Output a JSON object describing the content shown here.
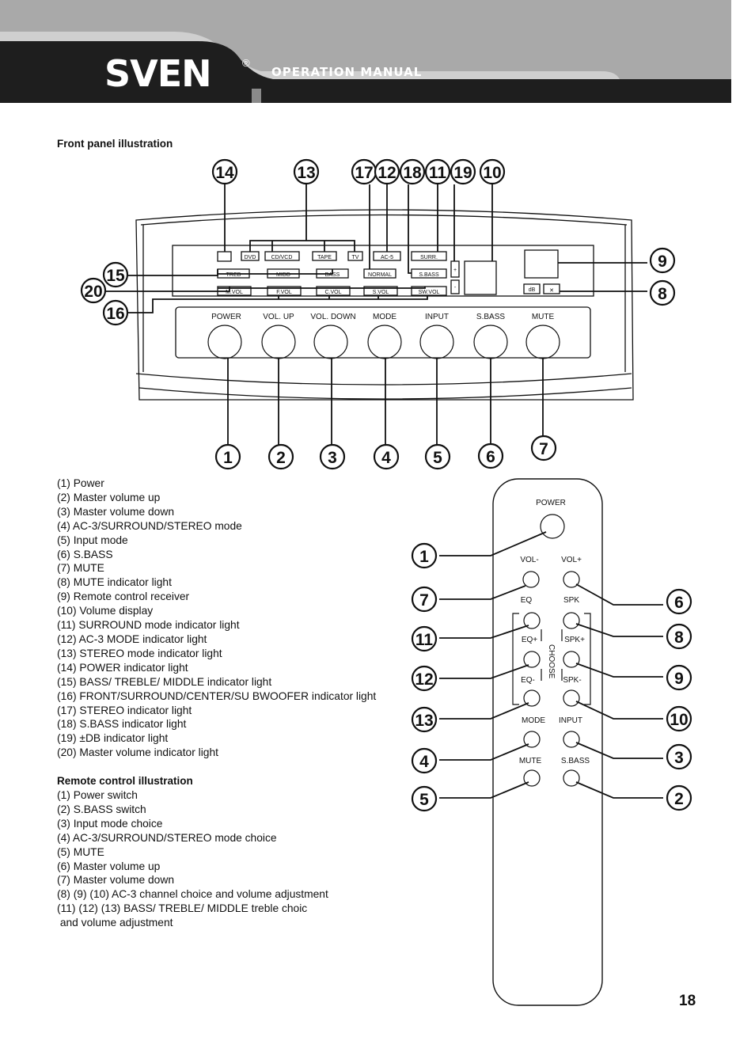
{
  "header": {
    "brand": "SVEN",
    "registered": "®",
    "title": "OPERATION MANUAL"
  },
  "front_panel": {
    "section_title": "Front panel illustration",
    "top_callouts": [
      "14",
      "13",
      "17",
      "12",
      "18",
      "11",
      "19",
      "10"
    ],
    "right_callouts": [
      "9",
      "8"
    ],
    "left_callouts": [
      "15",
      "20",
      "16"
    ],
    "bottom_callouts": [
      "1",
      "2",
      "3",
      "4",
      "5",
      "6",
      "7"
    ],
    "indicator_row1": [
      "DVD",
      "CD/VCD",
      "TAPE",
      "TV",
      "AC-5",
      "SURR."
    ],
    "indicator_row2": [
      "TREB",
      "MIDD",
      "BASS",
      "NORMAL",
      "S.BASS"
    ],
    "indicator_row3": [
      "M.VOL",
      "F.VOL",
      "C.VOL",
      "S.VOL",
      "SW.VOL"
    ],
    "db_label": "dB",
    "db_plus": "+",
    "db_minus": "-",
    "mute_symbol": "✕",
    "buttons": [
      "POWER",
      "VOL. UP",
      "VOL. DOWN",
      "MODE",
      "INPUT",
      "S.BASS",
      "MUTE"
    ]
  },
  "front_items": [
    "(1) Power",
    "(2) Master volume up",
    "(3) Master volume down",
    "(4) AC-3/SURROUND/STEREO mode",
    "(5) Input mode",
    "(6) S.BASS",
    "(7) MUTE",
    "(8) MUTE indicator light",
    "(9) Remote control receiver",
    "(10) Volume display",
    "(11) SURROUND mode indicator light",
    "(12) AC-3 MODE indicator light",
    "(13) STEREO mode indicator light",
    "(14) POWER indicator light",
    "(15) BASS/ TREBLE/ MIDDLE indicator light",
    "(16) FRONT/SURROUND/CENTER/SU BWOOFER indicator light",
    "(17) STEREO indicator light",
    "(18) S.BASS indicator light",
    "(19) ±DB indicator light",
    "(20) Master volume indicator light"
  ],
  "remote": {
    "section_title": "Remote control illustration",
    "left_callouts": [
      "1",
      "7",
      "11",
      "12",
      "13",
      "4",
      "5"
    ],
    "right_callouts": [
      "6",
      "8",
      "9",
      "10",
      "3",
      "2"
    ],
    "labels": {
      "power": "POWER",
      "vol_minus": "VOL-",
      "vol_plus": "VOL+",
      "eq": "EQ",
      "spk": "SPK",
      "eq_plus": "EQ+",
      "spk_plus": "SPK+",
      "eq_minus": "EQ-",
      "spk_minus": "SPK-",
      "choose": "CHOOSE",
      "mode": "MODE",
      "input": "INPUT",
      "mute": "MUTE",
      "sbass": "S.BASS"
    }
  },
  "remote_items": [
    "(1) Power switch",
    "(2) S.BASS switch",
    "(3) Input mode choice",
    "(4) AC-3/SURROUND/STEREO mode choice",
    "(5) MUTE",
    "(6) Master volume up",
    "(7) Master volume down",
    "(8) (9) (10) AC-3 channel choice and volume adjustment",
    "(11) (12) (13) BASS/ TREBLE/ MIDDLE treble choic",
    " and volume adjustment"
  ],
  "page_number": "18"
}
